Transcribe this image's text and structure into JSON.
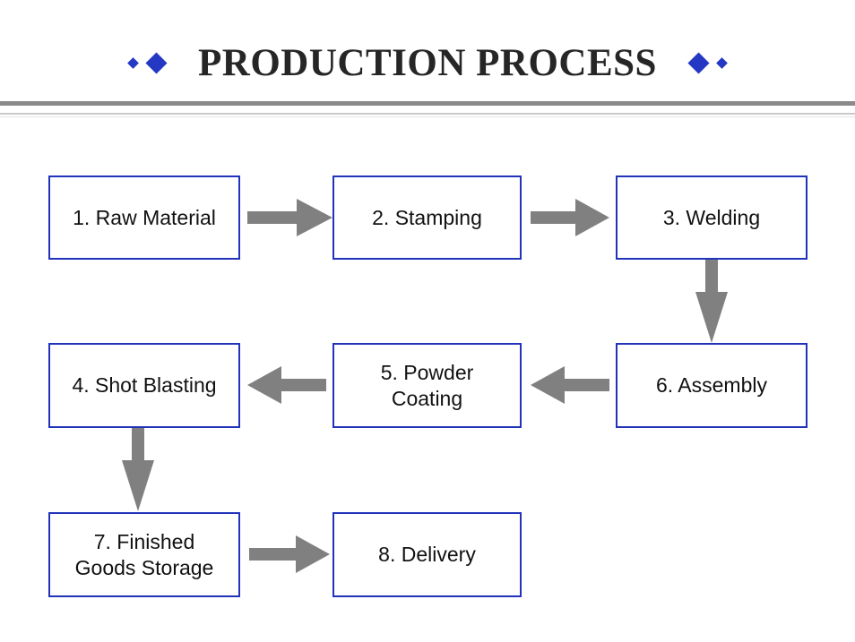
{
  "slide": {
    "title": "PRODUCTION PROCESS",
    "background_color": "#ffffff",
    "title_color": "#262626",
    "accent_color": "#2538C4",
    "rule_color": "#8a8a8a",
    "box_border_color": "#2233bb",
    "arrow_color": "#808080"
  },
  "decorations": {
    "left_diamonds": [
      "small",
      "large"
    ],
    "right_diamonds": [
      "large",
      "small"
    ]
  },
  "flow": {
    "type": "process-flowchart",
    "steps": [
      {
        "id": 1,
        "label": "1. Raw Material"
      },
      {
        "id": 2,
        "label": "2. Stamping"
      },
      {
        "id": 3,
        "label": "3. Welding"
      },
      {
        "id": 4,
        "label": "4. Shot Blasting"
      },
      {
        "id": 5,
        "label": "5. Powder\nCoating"
      },
      {
        "id": 6,
        "label": "6. Assembly"
      },
      {
        "id": 7,
        "label": "7. Finished\nGoods Storage"
      },
      {
        "id": 8,
        "label": "8. Delivery"
      }
    ],
    "connections": [
      {
        "from": 1,
        "to": 2,
        "direction": "right"
      },
      {
        "from": 2,
        "to": 3,
        "direction": "right"
      },
      {
        "from": 3,
        "to": 6,
        "direction": "down"
      },
      {
        "from": 6,
        "to": 5,
        "direction": "left"
      },
      {
        "from": 5,
        "to": 4,
        "direction": "left"
      },
      {
        "from": 4,
        "to": 7,
        "direction": "down"
      },
      {
        "from": 7,
        "to": 8,
        "direction": "right"
      }
    ]
  }
}
